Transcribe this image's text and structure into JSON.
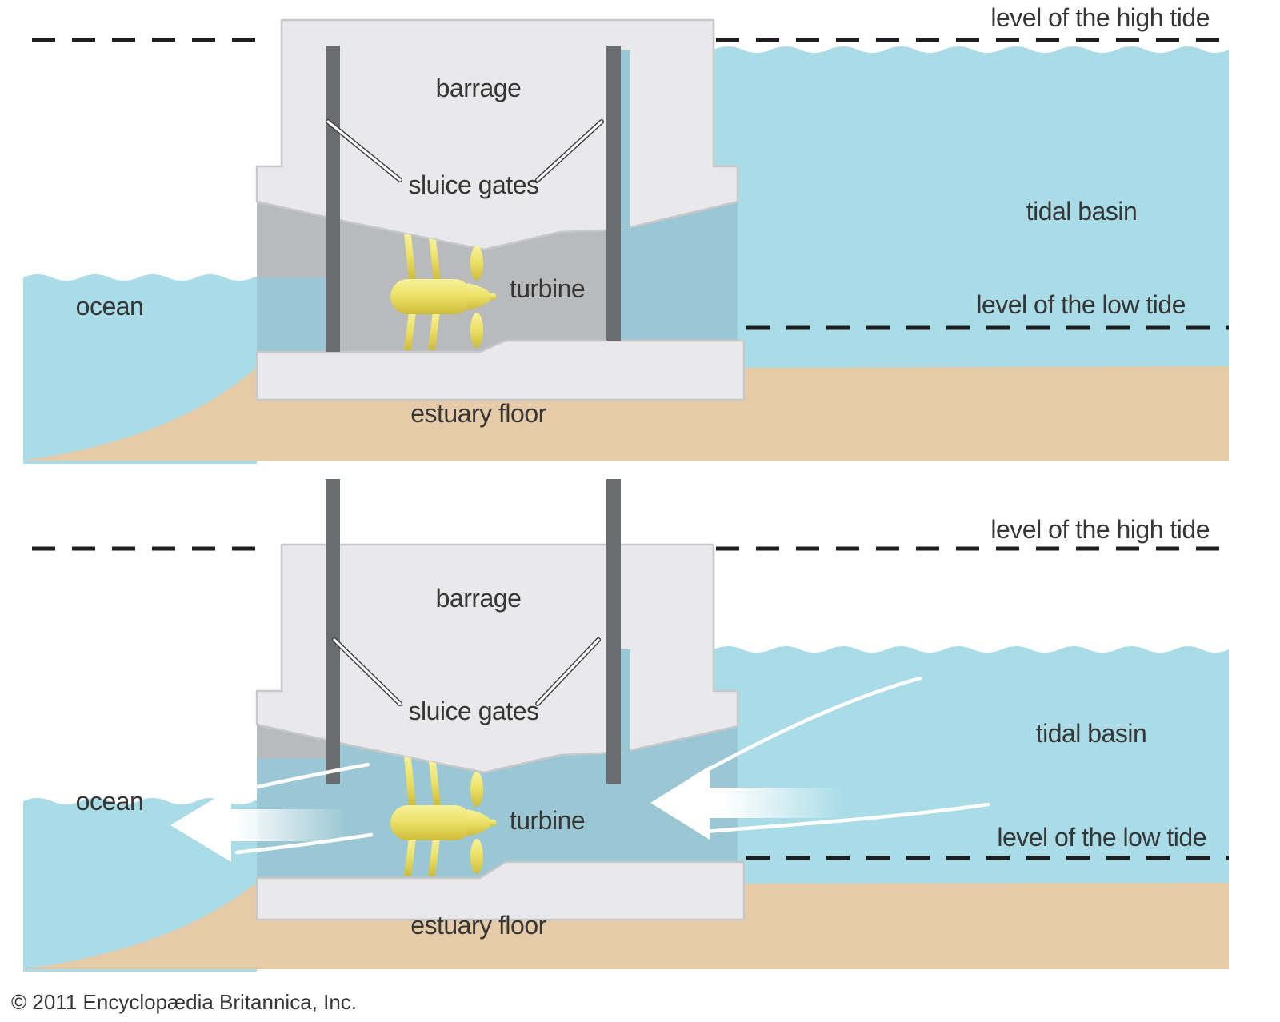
{
  "copyright": "© 2011 Encyclopædia Britannica, Inc.",
  "colors": {
    "background": "#ffffff",
    "water": "#A9DCE7",
    "water_inner": "#9AC7D3",
    "sand": "#E6CBA8",
    "structure_light": "#E9E9EB",
    "structure_outline": "#C7C8CA",
    "structure_mid": "#B9BABC",
    "gate": "#6B6C6E",
    "turbine_light": "#F7F19B",
    "turbine_mid": "#EDE268",
    "turbine_dark": "#CDBC3C",
    "label": "#363636",
    "dash": "#1e1e1e",
    "leader": "#ffffff",
    "leader_edge": "#3c3c3c"
  },
  "panels": [
    {
      "id": "gates-closed-high-tide",
      "labels": {
        "high_tide": "level of the high tide",
        "barrage": "barrage",
        "sluice_gates": "sluice gates",
        "tidal_basin": "tidal basin",
        "turbine": "turbine",
        "ocean": "ocean",
        "low_tide": "level of the low tide",
        "estuary_floor": "estuary floor"
      }
    },
    {
      "id": "gates-open-ebb-flow",
      "labels": {
        "high_tide": "level of the high tide",
        "barrage": "barrage",
        "sluice_gates": "sluice gates",
        "tidal_basin": "tidal basin",
        "turbine": "turbine",
        "ocean": "ocean",
        "low_tide": "level of the low tide",
        "estuary_floor": "estuary floor"
      }
    }
  ]
}
